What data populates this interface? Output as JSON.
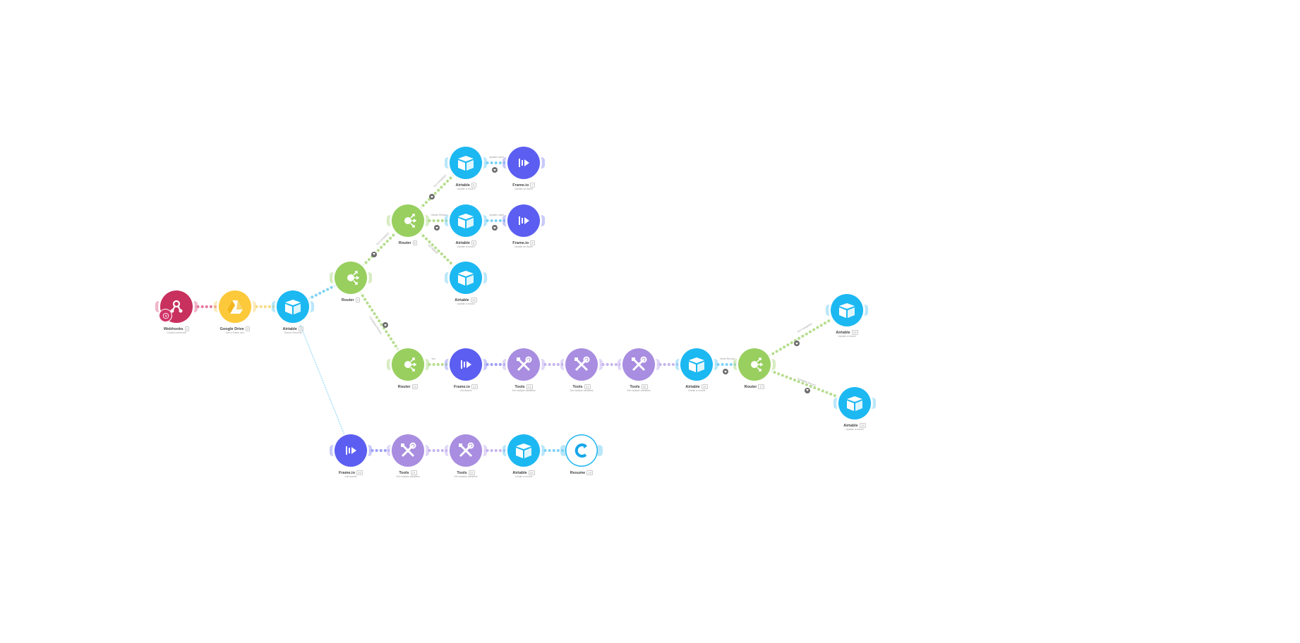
{
  "scenario": {
    "nodes": [
      {
        "id": "webhooks",
        "app": "webhooks",
        "label": "Webhooks",
        "badge": "1",
        "sub": "Custom webhook"
      },
      {
        "id": "gdrive",
        "app": "gdrive",
        "label": "Google Drive",
        "badge": "2",
        "sub": "Get a Share Link"
      },
      {
        "id": "airtable1",
        "app": "airtable",
        "label": "Airtable",
        "badge": "3",
        "sub": "Search Records"
      },
      {
        "id": "router1",
        "app": "router",
        "label": "Router",
        "badge": "4",
        "sub": ""
      },
      {
        "id": "router2",
        "app": "router",
        "label": "Router",
        "badge": "5",
        "sub": ""
      },
      {
        "id": "airtable_a",
        "app": "airtable",
        "label": "Airtable",
        "badge": "6",
        "sub": "Update a record"
      },
      {
        "id": "frameio_a",
        "app": "frameio",
        "label": "Frame.io",
        "badge": "7",
        "sub": "Update an Asset"
      },
      {
        "id": "airtable_b",
        "app": "airtable",
        "label": "Airtable",
        "badge": "8",
        "sub": "Update a record"
      },
      {
        "id": "frameio_b",
        "app": "frameio",
        "label": "Frame.io",
        "badge": "9",
        "sub": "Update an Asset"
      },
      {
        "id": "airtable_c",
        "app": "airtable",
        "label": "Airtable",
        "badge": "10",
        "sub": "Update a record"
      },
      {
        "id": "router3",
        "app": "router",
        "label": "Router",
        "badge": "11",
        "sub": ""
      },
      {
        "id": "frameio_c",
        "app": "frameio",
        "label": "Frame.io",
        "badge": "12",
        "sub": "List Assets"
      },
      {
        "id": "tools1",
        "app": "tools",
        "label": "Tools",
        "badge": "13",
        "sub": "Set multiple variables"
      },
      {
        "id": "tools2",
        "app": "tools",
        "label": "Tools",
        "badge": "14",
        "sub": "Set multiple variables"
      },
      {
        "id": "tools3",
        "app": "tools",
        "label": "Tools",
        "badge": "15",
        "sub": "Set multiple variables"
      },
      {
        "id": "airtable_d",
        "app": "airtable",
        "label": "Airtable",
        "badge": "16",
        "sub": "Create a record"
      },
      {
        "id": "router4",
        "app": "router",
        "label": "Router",
        "badge": "17",
        "sub": ""
      },
      {
        "id": "airtable_e",
        "app": "airtable",
        "label": "Airtable",
        "badge": "18",
        "sub": "Update a record"
      },
      {
        "id": "airtable_f",
        "app": "airtable",
        "label": "Airtable",
        "badge": "19",
        "sub": "Update a record"
      },
      {
        "id": "frameio_d",
        "app": "frameio",
        "label": "Frame.io",
        "badge": "20",
        "sub": "List Assets"
      },
      {
        "id": "tools4",
        "app": "tools",
        "label": "Tools",
        "badge": "21",
        "sub": "Set multiple variables"
      },
      {
        "id": "tools5",
        "app": "tools",
        "label": "Tools",
        "badge": "22",
        "sub": "Set multiple variables"
      },
      {
        "id": "airtable_g",
        "app": "airtable",
        "label": "Airtable",
        "badge": "23",
        "sub": "Create a record"
      },
      {
        "id": "resume",
        "app": "resume",
        "label": "Resume",
        "badge": "24",
        "sub": ""
      }
    ],
    "edges": [
      {
        "from": "webhooks",
        "to": "gdrive",
        "filter": "",
        "hasFilter": false
      },
      {
        "from": "gdrive",
        "to": "airtable1",
        "filter": "",
        "hasFilter": false
      },
      {
        "from": "airtable1",
        "to": "router1",
        "filter": "",
        "hasFilter": false
      },
      {
        "from": "airtable1",
        "to": "frameio_d",
        "filter": "",
        "hasFilter": false,
        "style": "dashed"
      },
      {
        "from": "router1",
        "to": "router2",
        "filter": "Not Completed",
        "hasFilter": true
      },
      {
        "from": "router1",
        "to": "router3",
        "filter": "Completed Review",
        "hasFilter": true
      },
      {
        "from": "router2",
        "to": "airtable_a",
        "filter": "Not Completed",
        "hasFilter": true
      },
      {
        "from": "router2",
        "to": "airtable_b",
        "filter": "Needs Review",
        "hasFilter": true
      },
      {
        "from": "router2",
        "to": "airtable_c",
        "filter": "Not Started",
        "hasFilter": false
      },
      {
        "from": "airtable_a",
        "to": "frameio_a",
        "filter": "Update Label",
        "hasFilter": true
      },
      {
        "from": "airtable_b",
        "to": "frameio_b",
        "filter": "Update Label",
        "hasFilter": true
      },
      {
        "from": "router3",
        "to": "frameio_c",
        "filter": "Yes",
        "hasFilter": false
      },
      {
        "from": "frameio_c",
        "to": "tools1",
        "filter": "",
        "hasFilter": false
      },
      {
        "from": "tools1",
        "to": "tools2",
        "filter": "",
        "hasFilter": false
      },
      {
        "from": "tools2",
        "to": "tools3",
        "filter": "",
        "hasFilter": false
      },
      {
        "from": "tools3",
        "to": "airtable_d",
        "filter": "",
        "hasFilter": false
      },
      {
        "from": "airtable_d",
        "to": "router4",
        "filter": "Verify Record",
        "hasFilter": true
      },
      {
        "from": "router4",
        "to": "airtable_e",
        "filter": "Not Completed",
        "hasFilter": true
      },
      {
        "from": "router4",
        "to": "airtable_f",
        "filter": "Complete Record",
        "hasFilter": true
      },
      {
        "from": "frameio_d",
        "to": "tools4",
        "filter": "",
        "hasFilter": false
      },
      {
        "from": "tools4",
        "to": "tools5",
        "filter": "",
        "hasFilter": false
      },
      {
        "from": "tools5",
        "to": "airtable_g",
        "filter": "",
        "hasFilter": false
      },
      {
        "from": "airtable_g",
        "to": "resume",
        "filter": "",
        "hasFilter": false
      }
    ]
  },
  "colors": {
    "webhooks": "#c8305d",
    "gdrive": "#fcc93a",
    "airtable": "#1cb8f2",
    "router": "#98cf5f",
    "frameio": "#5b5ef0",
    "tools": "#a88de0",
    "resume": "#ffffff",
    "resume_accent": "#16a6ea",
    "filter": "#6d6d6d"
  },
  "icons": {
    "webhooks": "webhook-icon",
    "gdrive": "google-drive-icon",
    "airtable": "airtable-box-icon",
    "router": "router-icon",
    "frameio": "frameio-icon",
    "tools": "tools-icon",
    "resume": "resume-icon"
  }
}
